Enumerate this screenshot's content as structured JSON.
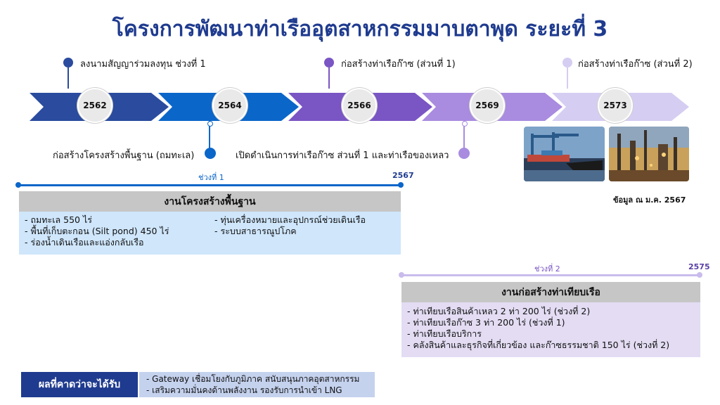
{
  "title": "โครงการพัฒนาท่าเรืออุตสาหกรรมมาบตาพุด ระยะที่ 3",
  "colors": {
    "title": "#1f3b8f",
    "stage1": "#2a4b9e",
    "stage2": "#0b66c9",
    "stage3": "#7a55c4",
    "stage4": "#a98be0",
    "stage5": "#d6cdf2",
    "phase1_box": "#cfe6fb",
    "phase2_box": "#e3dcf3"
  },
  "timeline": {
    "years": [
      "2562",
      "2564",
      "2566",
      "2569",
      "2573"
    ],
    "events_top": [
      "ลงนามสัญญาร่วมลงทุน ช่วงที่ 1",
      "ก่อสร้างท่าเรือก๊าซ (ส่วนที่ 1)",
      "ก่อสร้างท่าเรือก๊าซ (ส่วนที่ 2)"
    ],
    "events_bottom": [
      "ก่อสร้างโครงสร้างพื้นฐาน (ถมทะเล)",
      "เปิดดำเนินการท่าเรือก๊าซ ส่วนที่ 1 และท่าเรือของเหลว"
    ]
  },
  "photos": [
    "port-photo",
    "refinery-photo"
  ],
  "data_note": "ข้อมูล ณ ม.ค. 2567",
  "phase1": {
    "label": "ช่วงที่ 1",
    "end_year": "2567",
    "heading": "งานโครงสร้างพื้นฐาน",
    "items_left": [
      "- ถมทะเล 550 ไร่",
      "- พื้นที่เก็บตะกอน (Silt pond) 450 ไร่",
      "- ร่องน้ำเดินเรือและแอ่งกลับเรือ"
    ],
    "items_right": [
      "- ทุ่นเครื่องหมายและอุปกรณ์ช่วยเดินเรือ",
      "- ระบบสาธารณูปโภค"
    ]
  },
  "phase2": {
    "label": "ช่วงที่ 2",
    "end_year": "2575",
    "heading": "งานก่อสร้างท่าเทียบเรือ",
    "items": [
      "- ท่าเทียบเรือสินค้าเหลว 2 ท่า 200 ไร่ (ช่วงที่ 2)",
      "- ท่าเทียบเรือก๊าซ 3 ท่า 200 ไร่ (ช่วงที่ 1)",
      "- ท่าเทียบเรือบริการ",
      "- คลังสินค้าและธุรกิจที่เกี่ยวข้อง และก๊าซธรรมชาติ 150 ไร่ (ช่วงที่ 2)"
    ]
  },
  "results": {
    "heading": "ผลที่คาดว่าจะได้รับ",
    "items": [
      "- Gateway เชื่อมโยงกับภูมิภาค สนับสนุนภาคอุตสาหกรรม",
      "- เสริมความมั่นคงด้านพลังงาน รองรับการนำเข้า LNG"
    ]
  }
}
